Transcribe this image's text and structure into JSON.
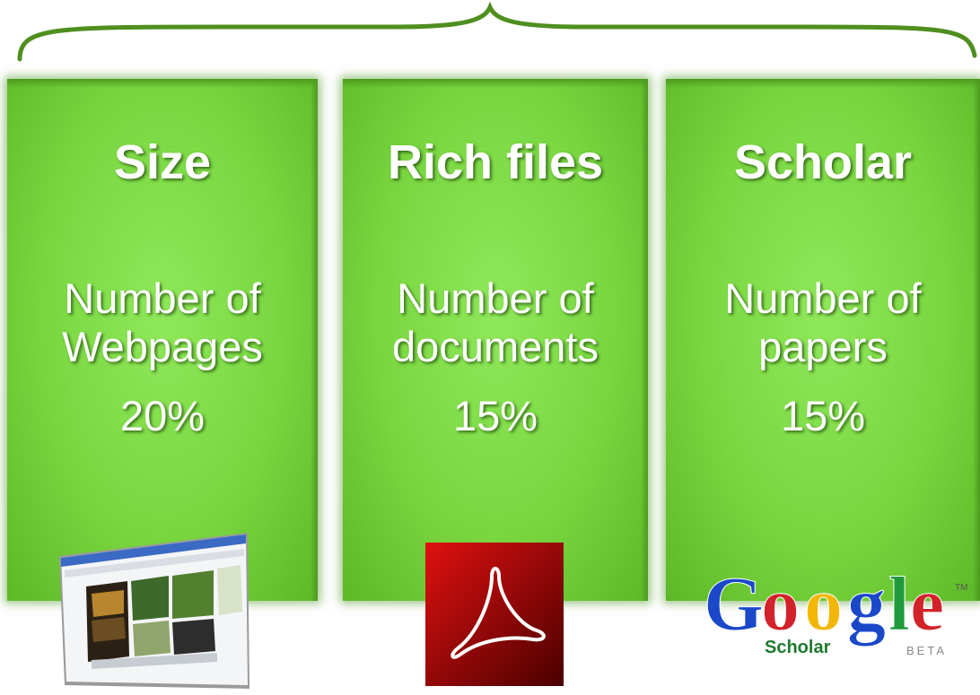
{
  "panels": [
    {
      "title": "Size",
      "metric_line1": "Number of",
      "metric_line2": "Webpages",
      "weight": "20%"
    },
    {
      "title": "Rich files",
      "metric_line1": "Number of",
      "metric_line2": "documents",
      "weight": "15%"
    },
    {
      "title": "Scholar",
      "metric_line1": "Number of",
      "metric_line2": "papers",
      "weight": "15%"
    }
  ],
  "logo": {
    "letters": [
      "G",
      "o",
      "o",
      "g",
      "l",
      "e"
    ],
    "tm": "TM",
    "sub": "Scholar",
    "beta": "BETA"
  },
  "colors": {
    "panel_green": "#79d63f",
    "brace_green": "#4f8f1f",
    "pdf_red": "#c00000",
    "google_blue": "#1a48c9",
    "google_red": "#d2232a",
    "google_yellow": "#f2b705",
    "google_green": "#1f9b3b"
  },
  "icons": [
    "curly-brace",
    "browser-screenshot-icon",
    "pdf-icon",
    "google-scholar-logo"
  ]
}
